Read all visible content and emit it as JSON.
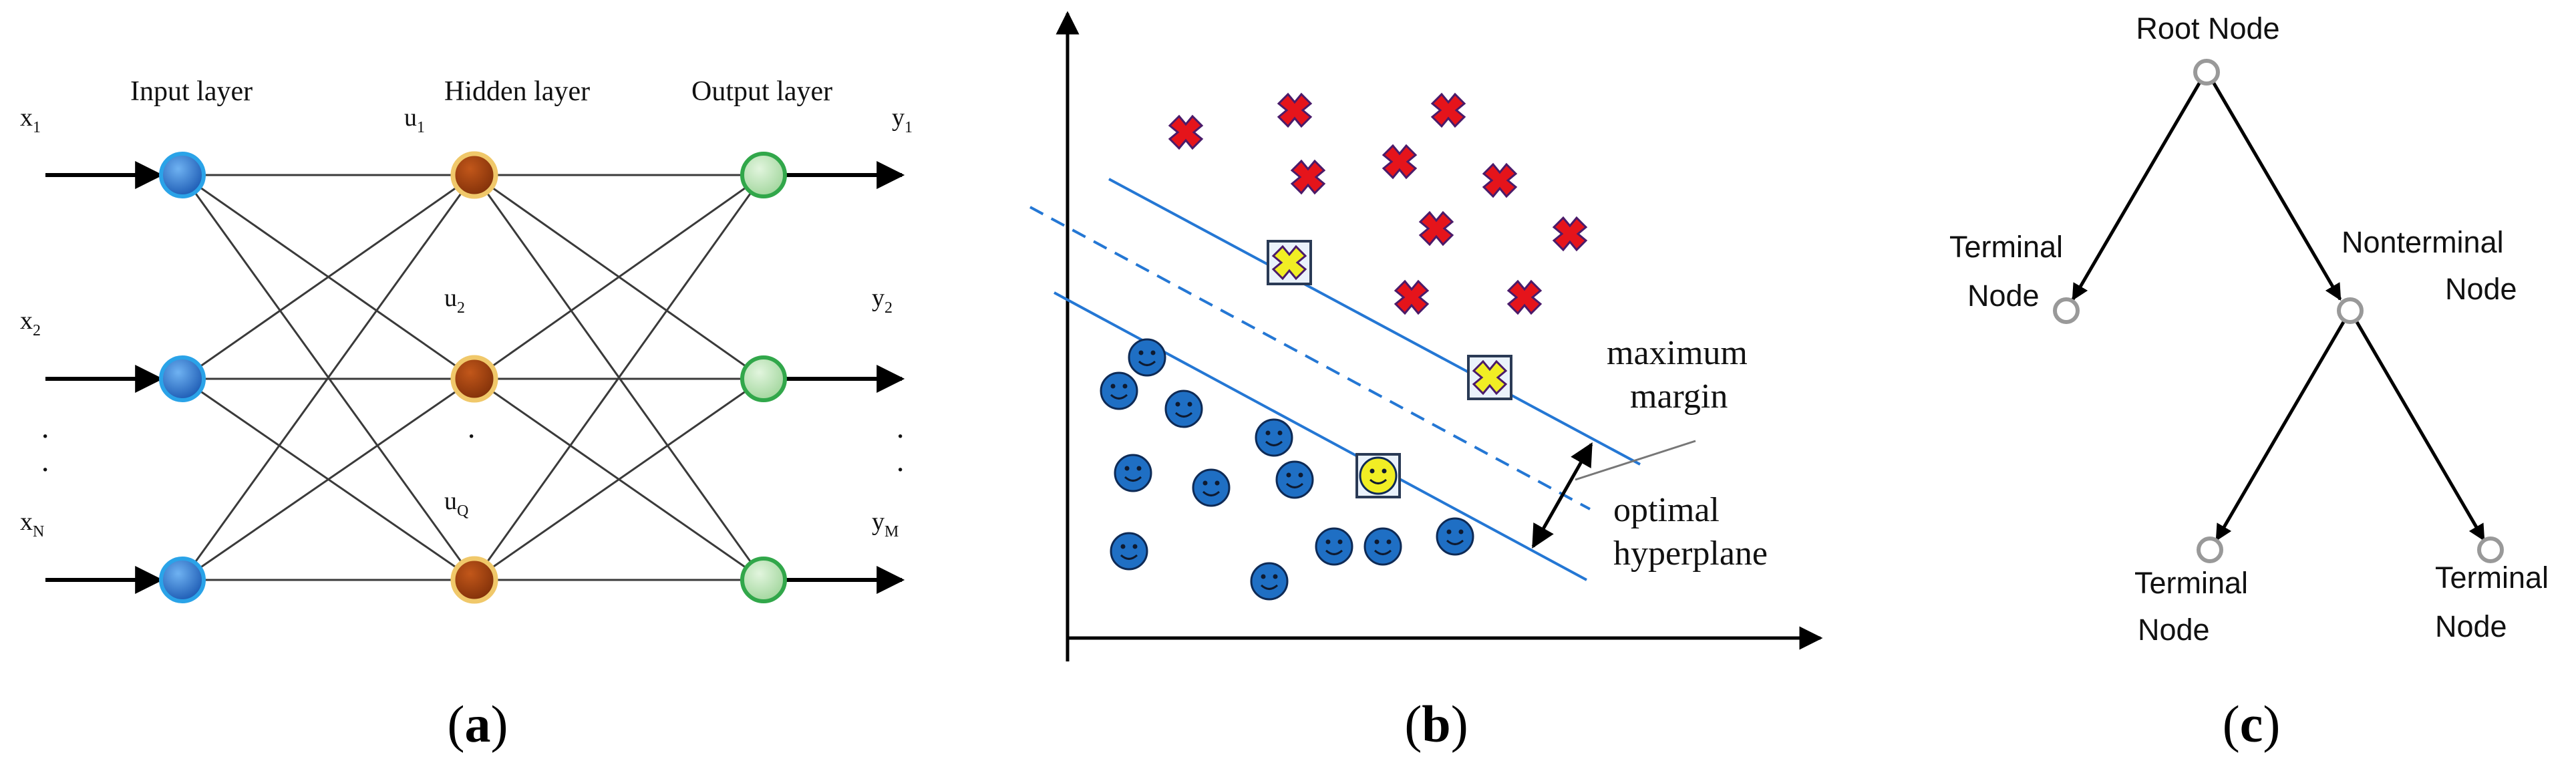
{
  "panel_a": {
    "layer_labels": [
      "Input layer",
      "Hidden layer",
      "Output layer"
    ],
    "input_labels": [
      "x",
      "x",
      "x"
    ],
    "input_subs": [
      "1",
      "2",
      "N"
    ],
    "hidden_labels": [
      "u",
      "u",
      "u"
    ],
    "hidden_subs": [
      "1",
      "2",
      "Q"
    ],
    "output_labels": [
      "y",
      "y",
      "y"
    ],
    "output_subs": [
      "1",
      "2",
      "M"
    ],
    "ellipsis": "·",
    "caption_letter": "a",
    "colors": {
      "input": "#1f6fd1",
      "hidden": "#9c3d0b",
      "output": "#b6e3b1"
    }
  },
  "panel_b": {
    "annotations": [
      "maximum",
      "margin",
      "optimal",
      "hyperplane"
    ],
    "caption_letter": "b",
    "colors": {
      "cross": "#e5141b",
      "support": "#f1ee24",
      "smiley": "#1f6fc4",
      "line": "#2477d4"
    }
  },
  "panel_c": {
    "root": "Root Node",
    "terminal_left": [
      "Terminal",
      "Node"
    ],
    "nonterminal": [
      "Nonterminal",
      "Node"
    ],
    "terminal_bottom_left": [
      "Terminal",
      "Node"
    ],
    "terminal_bottom_right": [
      "Terminal",
      "Node"
    ],
    "caption_letter": "c"
  }
}
